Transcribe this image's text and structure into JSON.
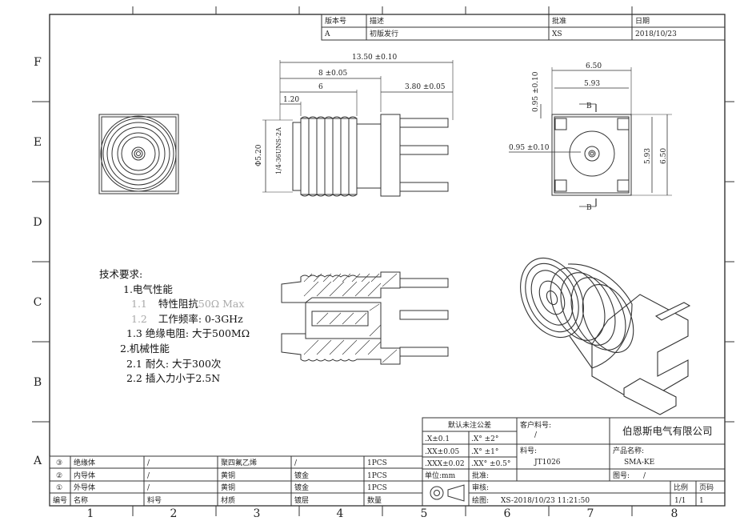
{
  "revision_table": {
    "headers": [
      "版本号",
      "描述",
      "批准",
      "日期"
    ],
    "row": [
      "A",
      "初版发行",
      "XS",
      "2018/10/23"
    ]
  },
  "zones": {
    "left": [
      "F",
      "E",
      "D",
      "C",
      "B",
      "A"
    ],
    "bottom": [
      "1",
      "2",
      "3",
      "4",
      "5",
      "6",
      "7",
      "8"
    ]
  },
  "dimensions": {
    "overall_length": "13.50 ±0.10",
    "length_8": "8 ±0.05",
    "length_6": "6",
    "pin_length": "3.80 ±0.05",
    "flange_1_20": "1.20",
    "diameter": "Φ5.20",
    "thread": "1/4-36UNS-2A",
    "top_width": "6.50",
    "inner_width": "5.93",
    "pin_offset_v": "0.95 ±0.10",
    "pin_offset_h": "0.95 ±0.10",
    "side_inner": "5.93",
    "side_outer": "6.50",
    "section_mark": "B"
  },
  "notes": {
    "title": "技术要求:",
    "l1": "1.电气性能",
    "l1_1_num": "1.1",
    "l1_1_text": "特性阻抗",
    "l1_1_val": "50Ω Max",
    "l1_2_num": "1.2",
    "l1_2_text": "工作频率: 0-3GHz",
    "l1_3": "1.3 绝缘电阻: 大于500MΩ",
    "l2": "2.机械性能",
    "l2_1": "2.1 耐久: 大于300次",
    "l2_2": "2.2 插入力小于2.5N"
  },
  "bom": {
    "rows": [
      {
        "no": "③",
        "name": "绝缘体",
        "part": "/",
        "material": "聚四氟乙烯",
        "plating": "/",
        "qty": "1PCS"
      },
      {
        "no": "②",
        "name": "内导体",
        "part": "/",
        "material": "黄铜",
        "plating": "镀金",
        "qty": "1PCS"
      },
      {
        "no": "①",
        "name": "外导体",
        "part": "/",
        "material": "黄铜",
        "plating": "镀金",
        "qty": "1PCS"
      }
    ],
    "header": {
      "no": "编号",
      "name": "名称",
      "part": "料号",
      "material": "材质",
      "plating": "镀层",
      "qty": "数量"
    }
  },
  "title_block": {
    "tolerance_title": "默认未注公差",
    "tol": [
      ".X±0.1",
      ".X° ±2°",
      ".XX±0.05",
      ".X° ±1°",
      ".XXX±0.02",
      ".XX° ±0.5°"
    ],
    "customer_part_label": "客户料号:",
    "customer_part_value": "/",
    "company": "伯恩斯电气有限公司",
    "part_no_label": "料号:",
    "part_no_value": "JT1026",
    "product_name_label": "产品名称:",
    "product_name_value": "SMA-KE",
    "unit_label": "单位:mm",
    "approve_label": "批准:",
    "drawing_no_label": "图号:",
    "drawing_no_value": "/",
    "review_label": "审核:",
    "scale_label": "比例",
    "page_label": "页码",
    "draw_label": "绘图:",
    "draw_value": "XS-2018/10/23 11:21:50",
    "scale_value": "1/1",
    "page_value": "1"
  }
}
